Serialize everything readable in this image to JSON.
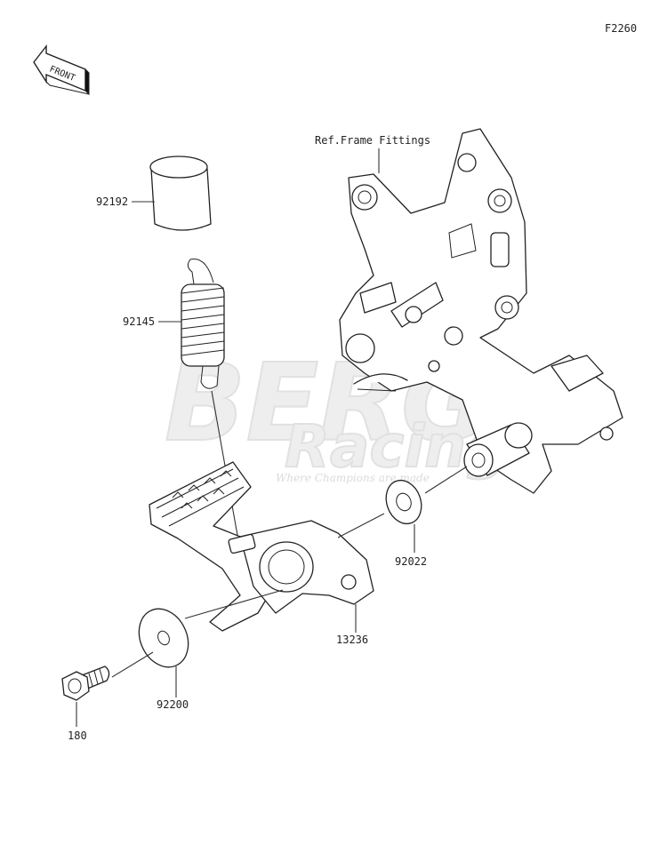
{
  "figure_code": "F2260",
  "front_label": "FRONT",
  "ref_label": "Ref.Frame Fittings",
  "parts": {
    "collar": "92192",
    "spring": "92145",
    "washer_shaft": "92022",
    "brake_pedal": "13236",
    "washer_large": "92200",
    "bolt": "180"
  },
  "watermark": {
    "brand": "BERG",
    "sub": "Racing",
    "tagline": "Where Champions are made"
  }
}
